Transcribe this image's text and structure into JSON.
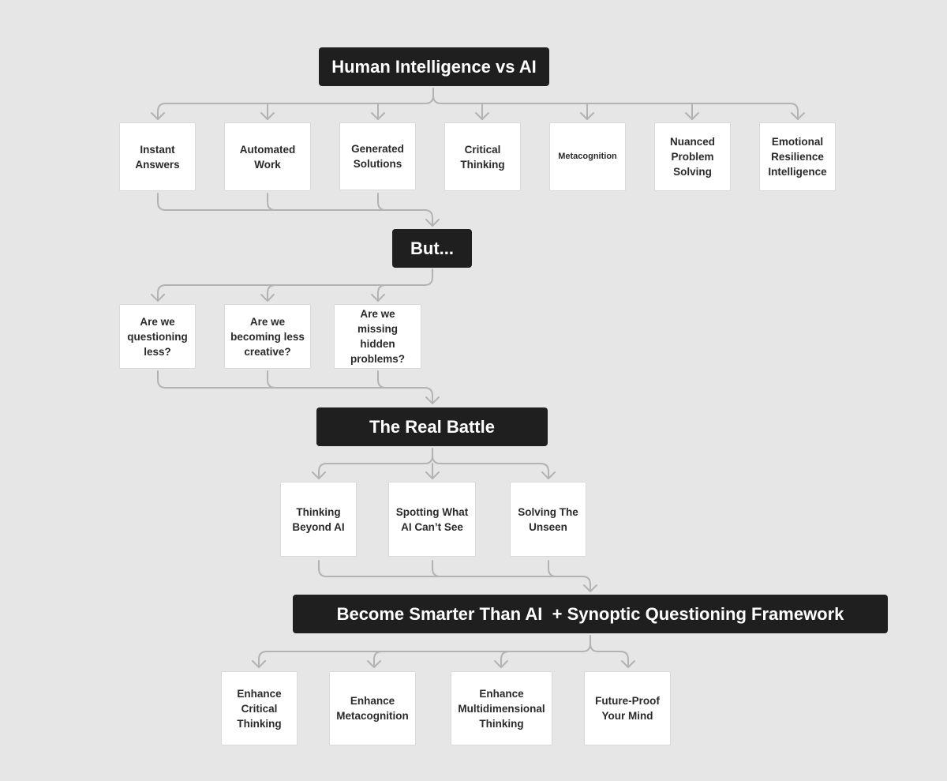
{
  "title": "Human Intelligence vs AI",
  "sections": {
    "root": {
      "children": [
        "Instant Answers",
        "Automated Work",
        "Generated Solutions",
        "Critical Thinking",
        "Metacognition",
        "Nuanced Problem Solving",
        "Emotional Resilience Intelligence"
      ]
    },
    "but": {
      "title": "But...",
      "children": [
        "Are we questioning less?",
        "Are we becoming less creative?",
        "Are we missing hidden problems?"
      ]
    },
    "battle": {
      "title": "The Real Battle",
      "children": [
        "Thinking Beyond AI",
        "Spotting What AI Can’t See",
        "Solving The Unseen"
      ]
    },
    "framework": {
      "title": "Become Smarter Than AI  + Synoptic Questioning Framework",
      "children": [
        "Enhance Critical Thinking",
        "Enhance Metacognition",
        "Enhance Multidimensional Thinking",
        "Future-Proof Your Mind"
      ]
    }
  },
  "colors": {
    "background": "#e6e6e6",
    "header_fill": "#1f1f1f",
    "header_text": "#ffffff",
    "card_fill": "#ffffff",
    "card_text": "#2a2a2a",
    "connector": "#b3b3b3"
  }
}
